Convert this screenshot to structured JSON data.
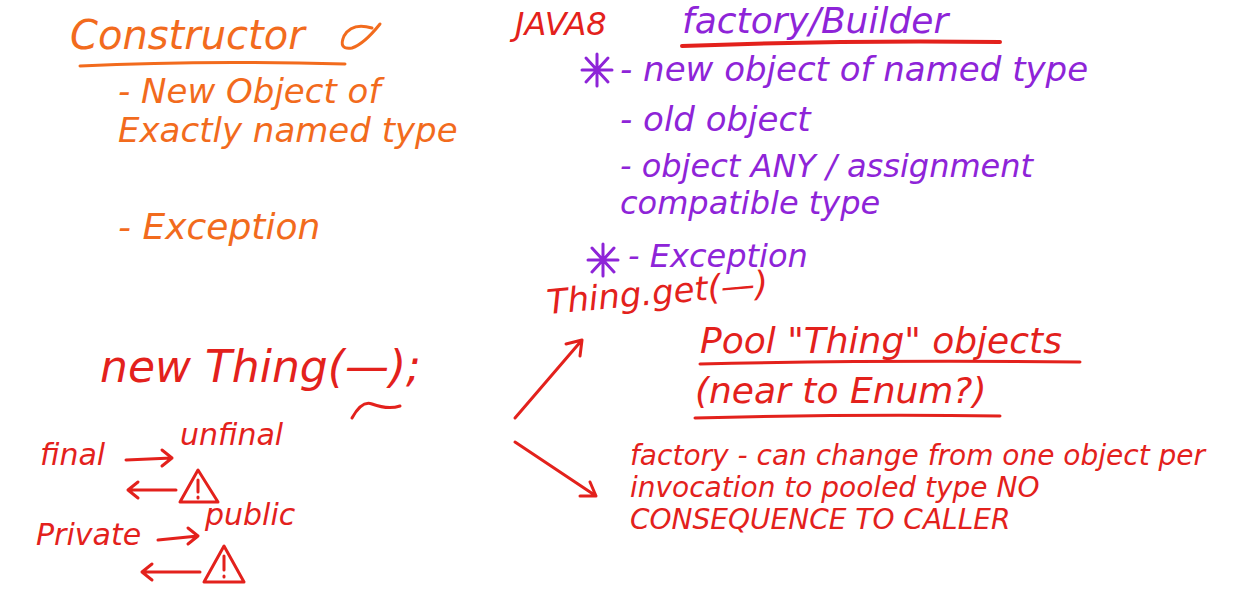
{
  "diagram": {
    "labels": [
      "Constructor",
      "- New Object of Exactly named type",
      "- Exception",
      "JAVA8",
      "factory/Builder",
      "- new object of named type",
      "- old object",
      "- object ANY / assignment compatible type",
      "- Exception",
      "new Thing(—);",
      "final",
      "unfinal",
      "Private",
      "public",
      "Thing.get(—)",
      "Pool \"Thing\" objects",
      "(near to Enum?)",
      "factory - can change from one object per invocation to pooled type NO CONSEQUENCE TO CALLER"
    ]
  }
}
